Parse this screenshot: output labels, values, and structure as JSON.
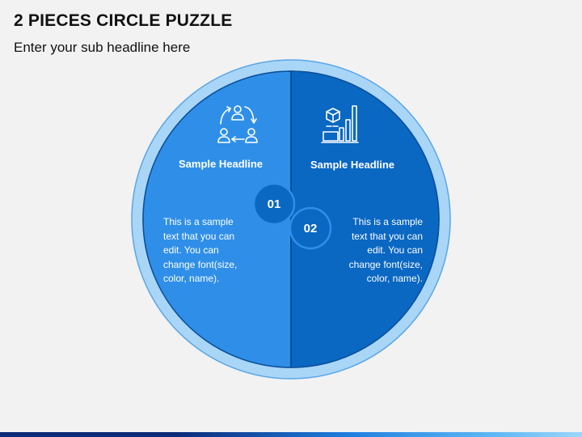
{
  "slide": {
    "title": "2 PIECES CIRCLE PUZZLE",
    "subtitle": "Enter your sub headline here"
  },
  "pieces": [
    {
      "number": "01",
      "headline": "Sample Headline",
      "text_lines": [
        "This is a sample",
        "text that you can",
        "edit. You can",
        "change font(size,",
        "color, name)."
      ],
      "icon": "people-cycle-icon",
      "color": "#2f8fe8"
    },
    {
      "number": "02",
      "headline": "Sample Headline",
      "text_lines": [
        "This is a sample",
        "text that you can",
        "edit. You can",
        "change font(size,",
        "color, name)."
      ],
      "icon": "bar-growth-icon",
      "color": "#0a67c2"
    }
  ],
  "colors": {
    "outer_ring": "#a9d6f7",
    "ring_border": "#5aa6e6",
    "left_piece": "#2f8fe8",
    "right_piece": "#0a67c2",
    "badge": "#0a67c2",
    "background": "#f2f2f2"
  }
}
